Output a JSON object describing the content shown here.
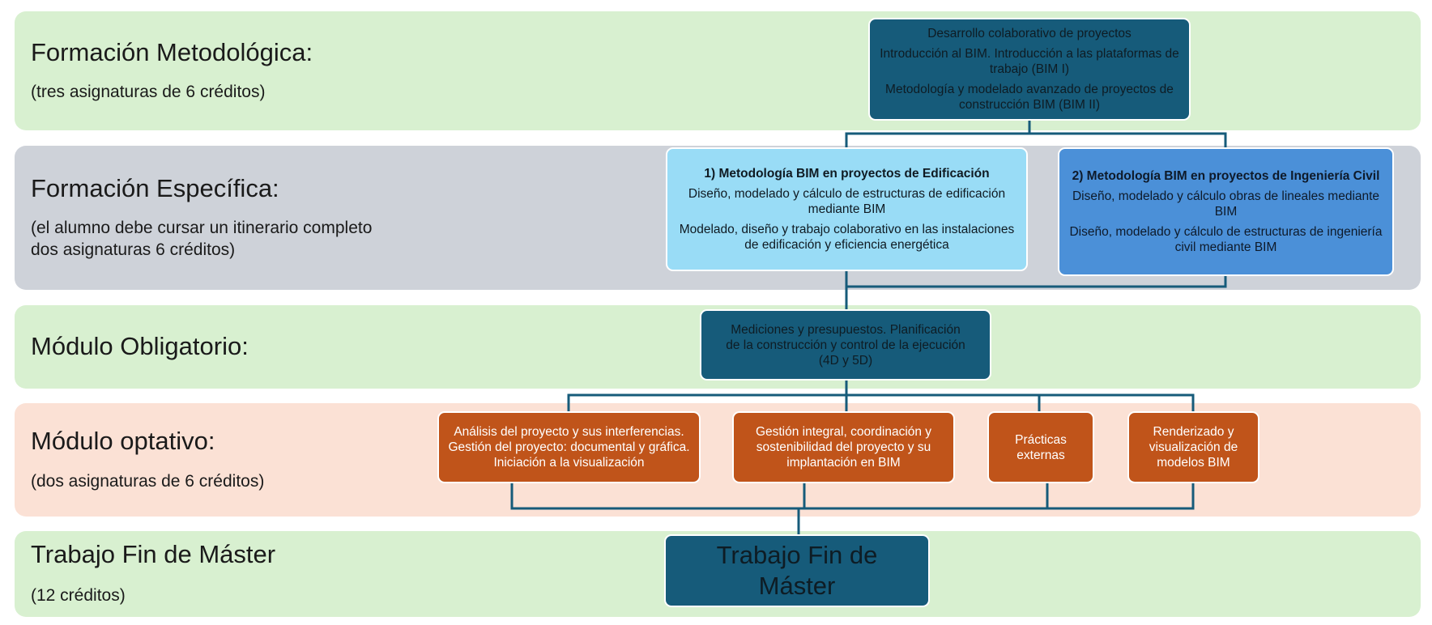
{
  "rows": {
    "metodologica": {
      "title": "Formación Metodológica:",
      "subtitle": "(tres asignaturas de 6 créditos)"
    },
    "especifica": {
      "title": "Formación Específica:",
      "subtitle": "(el alumno debe cursar un itinerario completo\ndos asignaturas 6 créditos)"
    },
    "obligatorio": {
      "title": "Módulo Obligatorio:"
    },
    "optativo": {
      "title": "Módulo optativo:",
      "subtitle": "(dos asignaturas de 6 créditos)"
    },
    "tfm": {
      "title": "Trabajo Fin de Máster",
      "subtitle": "(12 créditos)"
    }
  },
  "boxes": {
    "metodologica": [
      "Desarrollo colaborativo de proyectos",
      "Introducción al BIM. Introducción a las plataformas de trabajo (BIM I)",
      "Metodología y modelado avanzado de proyectos de construcción BIM (BIM II)"
    ],
    "edificacion": {
      "heading": "1) Metodología BIM en proyectos de Edificación",
      "items": [
        "Diseño, modelado y cálculo de estructuras de edificación mediante BIM",
        "Modelado, diseño y trabajo colaborativo en las instalaciones de edificación y eficiencia energética"
      ]
    },
    "civil": {
      "heading": "2) Metodología BIM en proyectos de Ingeniería Civil",
      "items": [
        "Diseño, modelado y cálculo obras de lineales mediante BIM",
        "Diseño, modelado y cálculo de estructuras de ingeniería civil mediante BIM"
      ]
    },
    "obligatorio": "Mediciones y presupuestos. Planificación de la construcción y control de la ejecución (4D y 5D)",
    "optativo": [
      "Análisis del proyecto y sus interferencias. Gestión del proyecto: documental y gráfica. Iniciación a la visualización",
      "Gestión integral, coordinación y sostenibilidad del proyecto y su implantación en BIM",
      "Prácticas externas",
      "Renderizado y visualización de modelos BIM"
    ],
    "tfm": "Trabajo Fin de Máster"
  },
  "colors": {
    "band_green": "#d8f0d0",
    "band_grey": "#ced2d9",
    "band_peach": "#fbe1d5",
    "box_navy": "#165b7a",
    "box_lightblue": "#99dcf6",
    "box_midblue": "#4b90d8",
    "box_orange": "#c0541a",
    "connector": "#165b7a"
  }
}
